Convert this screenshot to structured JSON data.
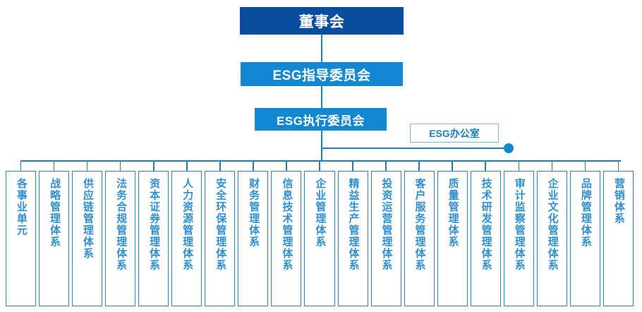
{
  "diagram": {
    "title": "ESG Governance Structure Org Chart",
    "colors": {
      "board_fill": "#0a4f9e",
      "committee_fill": "#1188d1",
      "line": "#1c7fb8",
      "leaf_border": "#2e86b5",
      "leaf_text": "#2f8fd0",
      "office_border": "#7ab8e0",
      "office_text": "#1a7ec0",
      "dot": "#1188d1"
    },
    "levels": [
      {
        "id": "board",
        "label": "董事会"
      },
      {
        "id": "steering-committee",
        "label": "ESG指导委员会"
      },
      {
        "id": "executive-committee",
        "label": "ESG执行委员会"
      }
    ],
    "office": {
      "id": "esg-office",
      "label": "ESG办公室"
    },
    "units": [
      {
        "label": "各事业单元"
      },
      {
        "label": "战略管理体系"
      },
      {
        "label": "供应链管理体系"
      },
      {
        "label": "法务合规管理体系"
      },
      {
        "label": "资本证券管理体系"
      },
      {
        "label": "人力资源管理体系"
      },
      {
        "label": "安全环保管理体系"
      },
      {
        "label": "财务管理体系"
      },
      {
        "label": "信息技术管理体系"
      },
      {
        "label": "企业管理体系"
      },
      {
        "label": "精益生产管理体系"
      },
      {
        "label": "投资运营管理体系"
      },
      {
        "label": "客户服务管理体系"
      },
      {
        "label": "质量管理体系"
      },
      {
        "label": "技术研发管理体系"
      },
      {
        "label": "审计监察管理体系"
      },
      {
        "label": "企业文化管理体系"
      },
      {
        "label": "品牌管理体系"
      },
      {
        "label": "营销体系"
      }
    ]
  }
}
